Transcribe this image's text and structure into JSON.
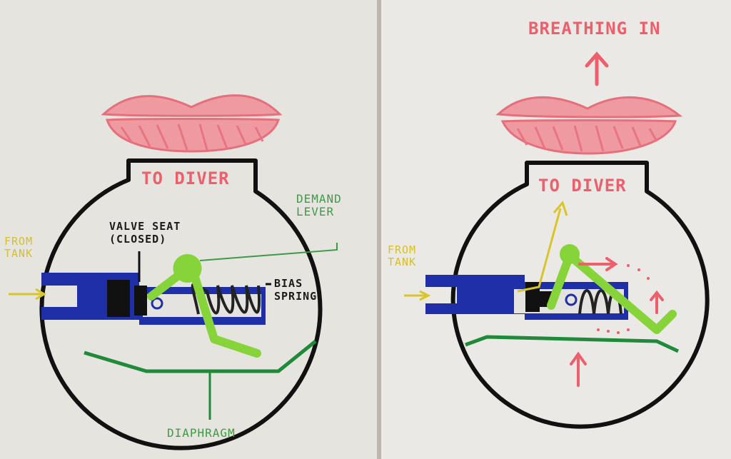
{
  "colors": {
    "paper": "#e6e4df",
    "outline": "#111111",
    "lips": "#ef8d94",
    "label_red": "#ec5f6b",
    "valve_blue": "#1f2fa8",
    "lever_green": "#8fd93a",
    "diaphragm_green": "#1f8a3a",
    "flow_yellow": "#d8c52b",
    "spring": "#222222"
  },
  "panels": {
    "closed": {
      "to_diver": "To Diver",
      "from_tank": "From\nTank",
      "valve_seat": "Valve Seat\n(Closed)",
      "demand_lever": "Demand\nLever",
      "bias_spring": "Bias\nSpring",
      "diaphragm": "Diaphragm"
    },
    "open": {
      "breathing_in": "Breathing In",
      "to_diver": "To Diver",
      "from_tank": "From\nTank"
    }
  }
}
